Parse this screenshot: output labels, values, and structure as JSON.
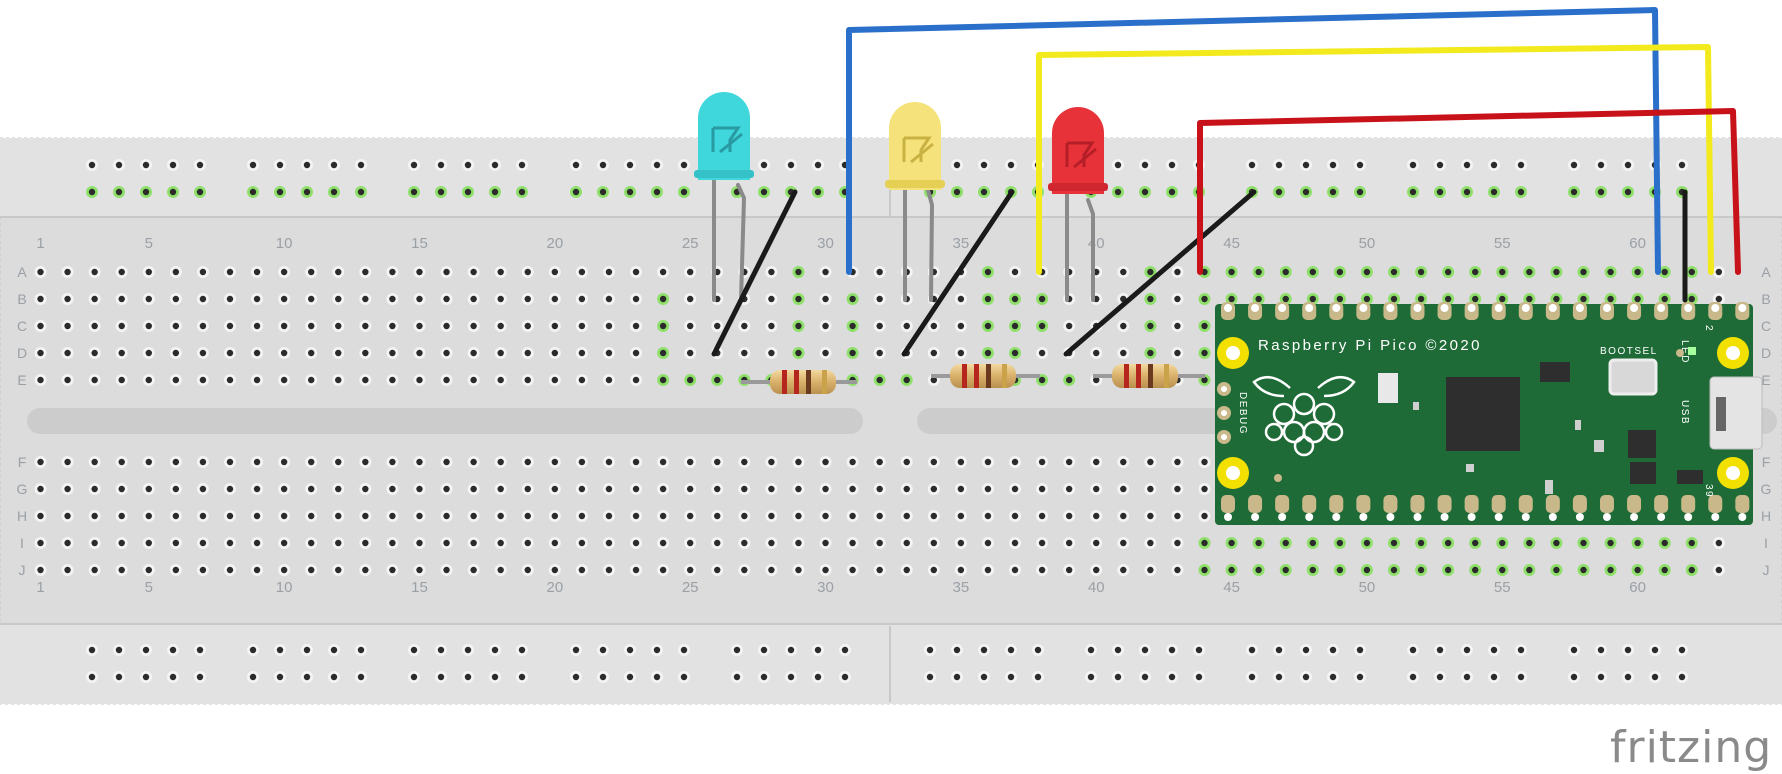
{
  "breadboard": {
    "column_labels": [
      "1",
      "5",
      "10",
      "15",
      "20",
      "25",
      "30",
      "35",
      "40",
      "45",
      "50",
      "55",
      "60"
    ],
    "row_labels_top": [
      "A",
      "B",
      "C",
      "D",
      "E"
    ],
    "row_labels_bottom": [
      "F",
      "G",
      "H",
      "I",
      "J"
    ]
  },
  "pico": {
    "title": "Raspberry Pi Pico ©2020",
    "bootsel_label": "BOOTSEL",
    "led_label": "LED",
    "usb_label": "USB",
    "debug_label": "DEBUG",
    "pin_top_number": "2",
    "pin_bottom_number": "39"
  },
  "components": {
    "leds": [
      {
        "name": "led-cyan",
        "color": "#3fd6dc"
      },
      {
        "name": "led-yellow",
        "color": "#f5e27a"
      },
      {
        "name": "led-red",
        "color": "#e8323a"
      }
    ],
    "wires": [
      {
        "name": "blue-wire",
        "color": "#2a6fc9"
      },
      {
        "name": "yellow-wire",
        "color": "#f2ea1c"
      },
      {
        "name": "red-wire",
        "color": "#c8121a"
      },
      {
        "name": "black-wire",
        "color": "#1a1a1a"
      }
    ],
    "resistor_count": 3
  },
  "brand": {
    "logo_text": "fritzing"
  }
}
